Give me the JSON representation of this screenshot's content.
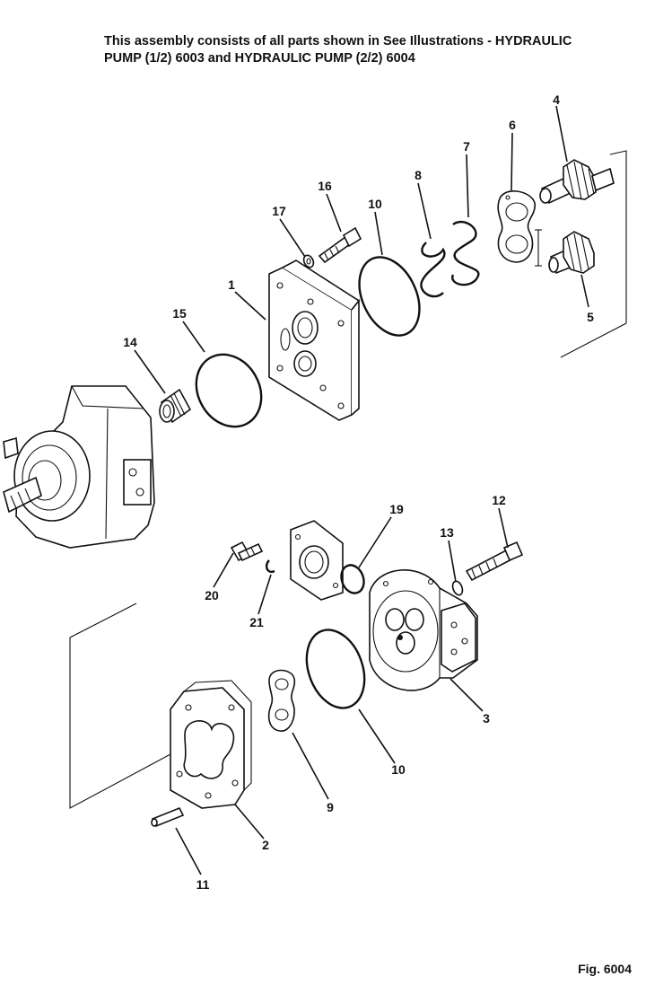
{
  "title": {
    "line1": "This assembly consists of all parts shown in See Illustrations - HYDRAULIC",
    "line2": "PUMP (1/2) 6003 and HYDRAULIC PUMP (2/2) 6004"
  },
  "figure_label": "Fig. 6004",
  "callouts": {
    "c1": "1",
    "c2": "2",
    "c3": "3",
    "c4": "4",
    "c5": "5",
    "c6": "6",
    "c7": "7",
    "c8": "8",
    "c9": "9",
    "c10a": "10",
    "c10b": "10",
    "c11": "11",
    "c12": "12",
    "c13": "13",
    "c14": "14",
    "c15": "15",
    "c16": "16",
    "c17": "17",
    "c19": "19",
    "c20": "20",
    "c21": "21"
  }
}
